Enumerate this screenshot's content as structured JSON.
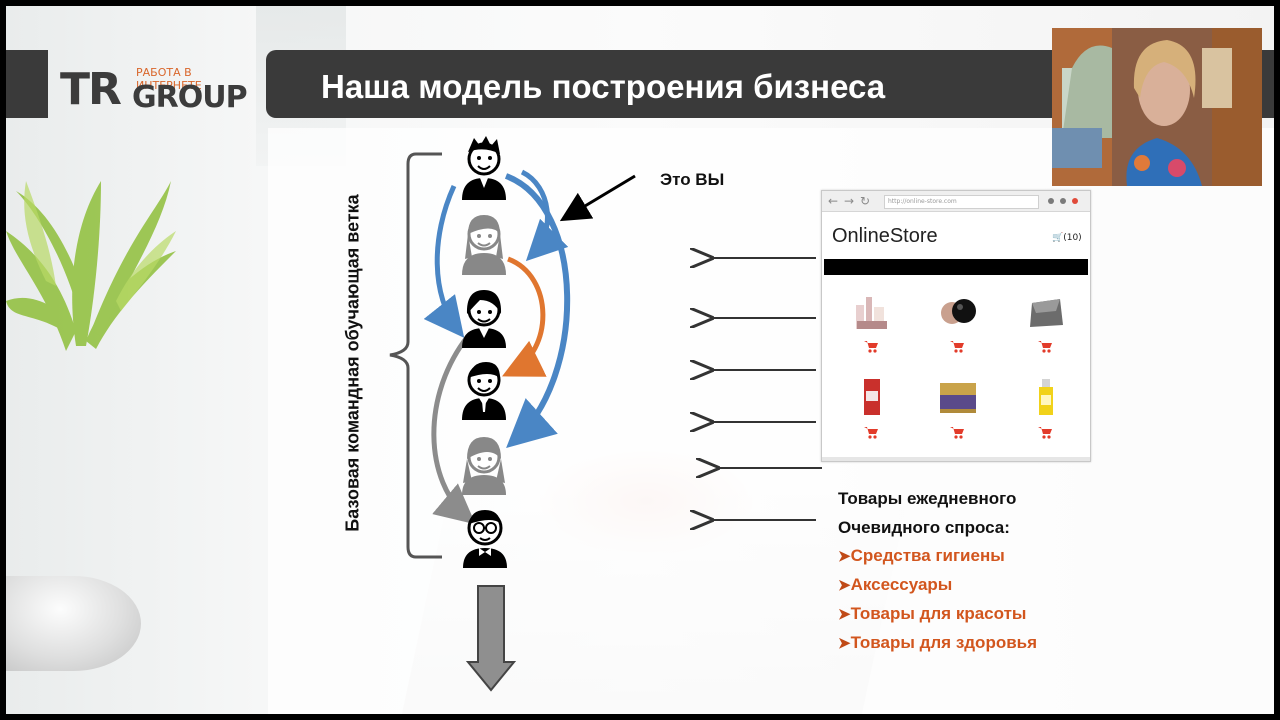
{
  "logo": {
    "main": "TR",
    "group": "GROUP",
    "tagline": "РАБОТА В ИНТЕРНЕТЕ"
  },
  "slide": {
    "title": "Наша модель построения бизнеса",
    "vertical_label": "Базовая командная обучающая ветка",
    "its_you_label": "Это ВЫ"
  },
  "store": {
    "name": "OnlineStore",
    "url": "http://online-store.com",
    "cart": "(10)",
    "nav_icons": [
      "arrow-left-icon",
      "arrow-right-icon",
      "refresh-icon"
    ],
    "products": [
      "cosmetics-set",
      "powder-compact",
      "handbag",
      "perfume-box",
      "cream-jar",
      "small-bottle"
    ]
  },
  "list": {
    "heading_line1": "Товары ежедневного",
    "heading_line2": "Очевидного спроса:",
    "items": [
      "Средства гигиены",
      "Аксессуары",
      "Товары для красоты",
      "Товары для здоровья"
    ]
  },
  "colors": {
    "accent_orange": "#d2561e",
    "arrow_blue": "#4a86c5",
    "arrow_orange": "#e0762f",
    "arrow_gray": "#8c8c8c",
    "title_bar": "#3a3a3a"
  }
}
